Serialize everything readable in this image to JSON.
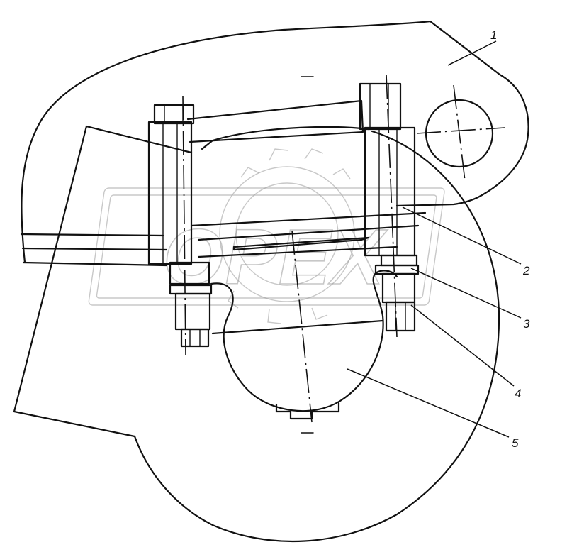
{
  "diagram": {
    "callouts": [
      {
        "id": "1",
        "label": "1"
      },
      {
        "id": "2",
        "label": "2"
      },
      {
        "id": "3",
        "label": "3"
      },
      {
        "id": "4",
        "label": "4"
      },
      {
        "id": "5",
        "label": "5"
      }
    ],
    "watermark": {
      "text": "OPEX"
    }
  }
}
